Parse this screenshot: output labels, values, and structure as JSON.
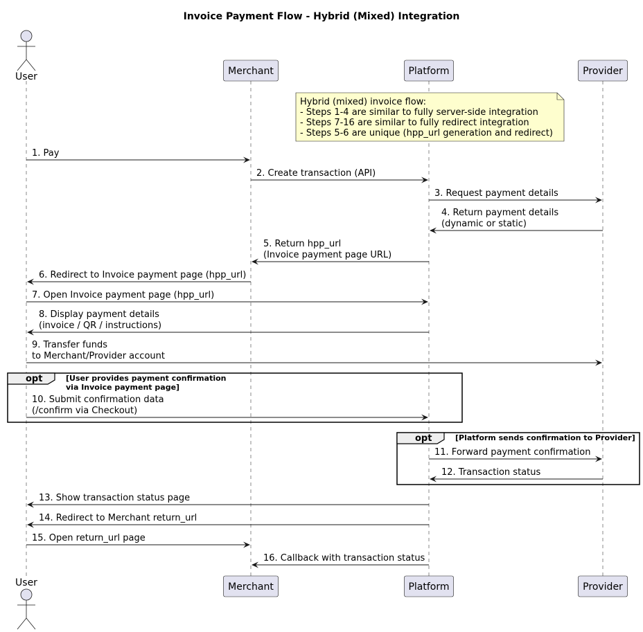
{
  "title": "Invoice Payment Flow - Hybrid (Mixed) Integration",
  "participants": [
    {
      "name": "User",
      "kind": "actor"
    },
    {
      "name": "Merchant",
      "kind": "box"
    },
    {
      "name": "Platform",
      "kind": "box"
    },
    {
      "name": "Provider",
      "kind": "box"
    }
  ],
  "note": {
    "lines": [
      "Hybrid (mixed) invoice flow:",
      "- Steps 1-4 are similar to fully server-side integration",
      "- Steps 7-16 are similar to fully redirect integration",
      "- Steps 5-6 are unique (hpp_url generation and redirect)"
    ]
  },
  "messages": [
    {
      "from": "User",
      "to": "Merchant",
      "lines": [
        "1. Pay"
      ]
    },
    {
      "from": "Merchant",
      "to": "Platform",
      "lines": [
        "2. Create transaction (API)"
      ]
    },
    {
      "from": "Platform",
      "to": "Provider",
      "lines": [
        "3. Request payment details"
      ]
    },
    {
      "from": "Provider",
      "to": "Platform",
      "lines": [
        "4. Return payment details",
        "(dynamic or static)"
      ]
    },
    {
      "from": "Platform",
      "to": "Merchant",
      "lines": [
        "5. Return hpp_url",
        "(Invoice payment page URL)"
      ]
    },
    {
      "from": "Merchant",
      "to": "User",
      "lines": [
        "6. Redirect to Invoice payment page (hpp_url)"
      ]
    },
    {
      "from": "User",
      "to": "Platform",
      "lines": [
        "7. Open Invoice payment page (hpp_url)"
      ]
    },
    {
      "from": "Platform",
      "to": "User",
      "lines": [
        "8. Display payment details",
        "(invoice / QR / instructions)"
      ]
    },
    {
      "from": "User",
      "to": "Provider",
      "lines": [
        "9. Transfer funds",
        "to Merchant/Provider account"
      ]
    },
    {
      "from": "User",
      "to": "Platform",
      "lines": [
        "10. Submit confirmation data",
        "(/confirm via Checkout)"
      ]
    },
    {
      "from": "Platform",
      "to": "Provider",
      "lines": [
        "11. Forward payment confirmation"
      ]
    },
    {
      "from": "Provider",
      "to": "Platform",
      "lines": [
        "12. Transaction status"
      ]
    },
    {
      "from": "Platform",
      "to": "User",
      "lines": [
        "13. Show transaction status page"
      ]
    },
    {
      "from": "Platform",
      "to": "User",
      "lines": [
        "14. Redirect to Merchant return_url"
      ]
    },
    {
      "from": "User",
      "to": "Merchant",
      "lines": [
        "15. Open return_url page"
      ]
    },
    {
      "from": "Platform",
      "to": "Merchant",
      "lines": [
        "16. Callback with transaction status"
      ]
    }
  ],
  "fragments": [
    {
      "kind": "opt",
      "condition": [
        "[User provides payment confirmation",
        "via Invoice payment page]"
      ]
    },
    {
      "kind": "opt",
      "condition": [
        "[Platform sends confirmation to Provider]"
      ]
    }
  ]
}
